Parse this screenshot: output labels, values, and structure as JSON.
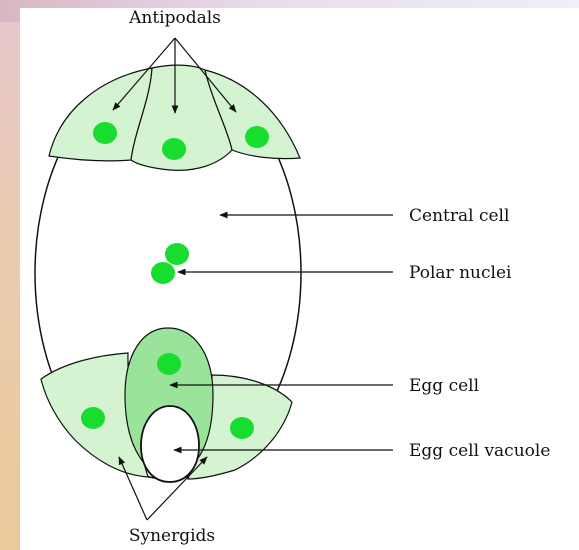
{
  "labels": {
    "antipodals": "Antipodals",
    "central_cell": "Central cell",
    "polar_nuclei": "Polar nuclei",
    "egg_cell": "Egg cell",
    "egg_cell_vacuole": "Egg cell vacuole",
    "synergids": "Synergids"
  },
  "colors": {
    "cell_fill": "#d4f3d0",
    "egg_fill": "#9ae39a",
    "nucleus": "#18dc2e",
    "outline": "#111111",
    "background": "#ffffff"
  }
}
